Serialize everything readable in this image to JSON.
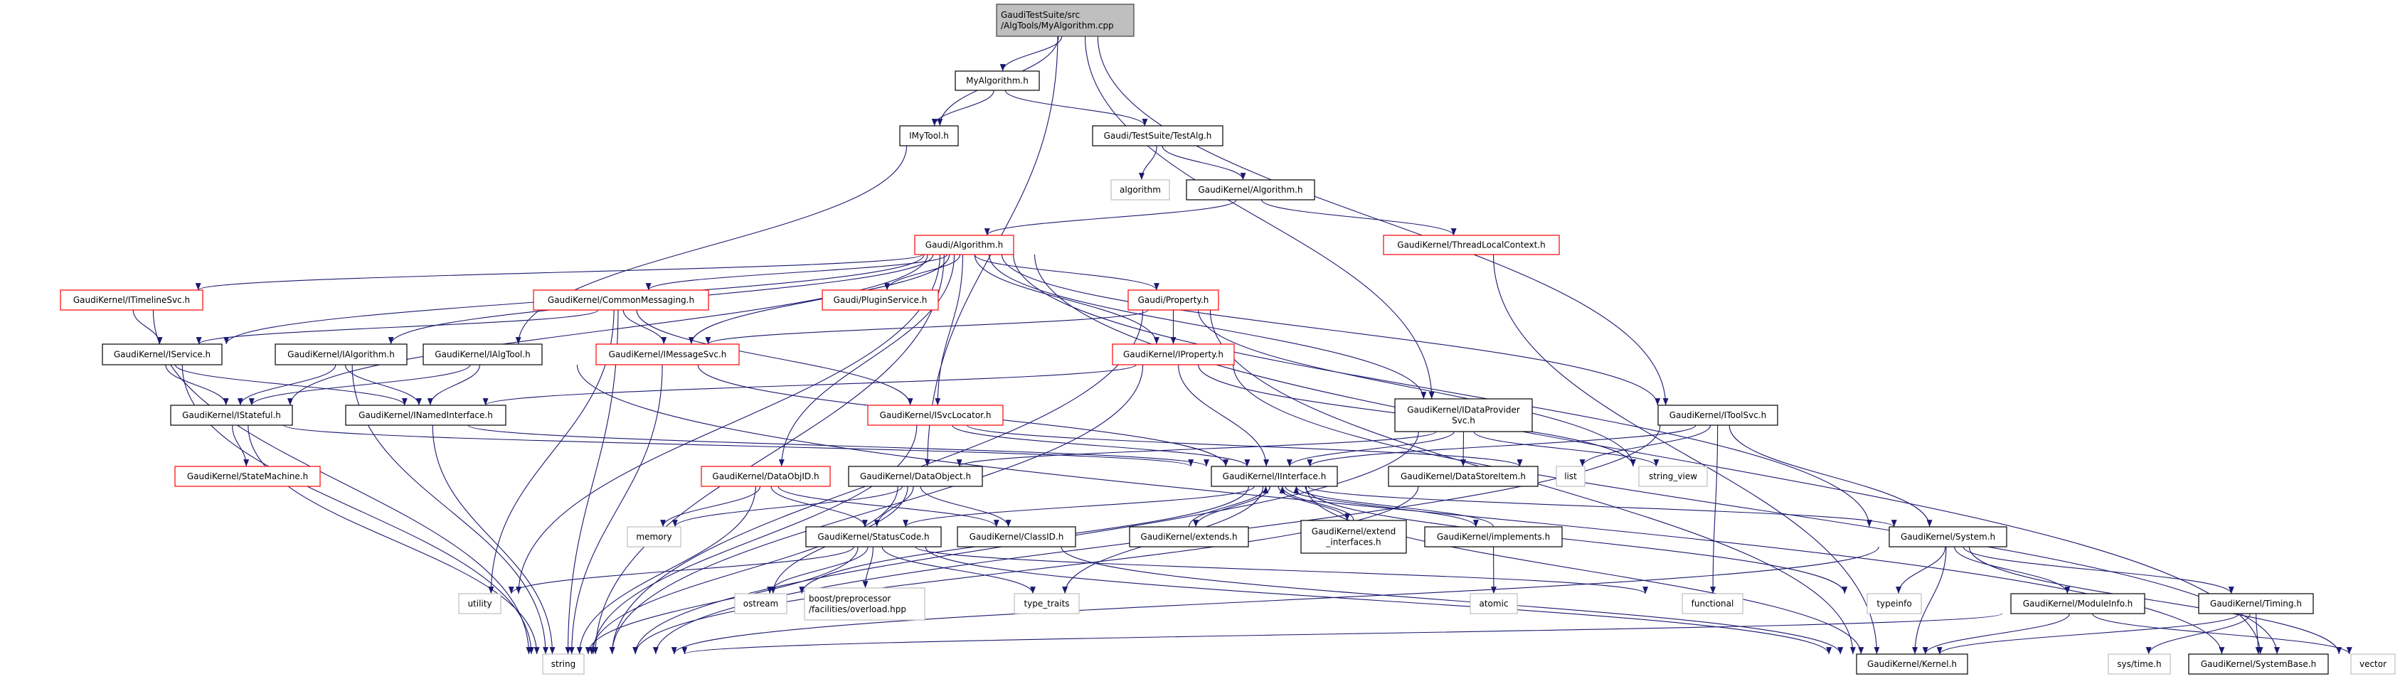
{
  "graph": {
    "edge_color": "#191970",
    "styles": {
      "root": {
        "fill": "#bfbfbf",
        "stroke": "#404040"
      },
      "normal": {
        "fill": "#ffffff",
        "stroke": "#000000"
      },
      "truncated": {
        "fill": "#ffffff",
        "stroke": "#ff0000"
      },
      "external": {
        "fill": "#ffffff",
        "stroke": "#bfbfbf"
      }
    },
    "nodes": [
      {
        "id": "root",
        "lines": [
          "GaudiTestSuite/src",
          "/AlgTools/MyAlgorithm.cpp"
        ],
        "style": "root"
      },
      {
        "id": "myalg",
        "lines": [
          "MyAlgorithm.h"
        ],
        "style": "normal"
      },
      {
        "id": "imytool",
        "lines": [
          "IMyTool.h"
        ],
        "style": "normal"
      },
      {
        "id": "testalg",
        "lines": [
          "Gaudi/TestSuite/TestAlg.h"
        ],
        "style": "normal"
      },
      {
        "id": "algorithm",
        "lines": [
          "algorithm"
        ],
        "style": "external"
      },
      {
        "id": "gkalg",
        "lines": [
          "GaudiKernel/Algorithm.h"
        ],
        "style": "normal"
      },
      {
        "id": "galg",
        "lines": [
          "Gaudi/Algorithm.h"
        ],
        "style": "truncated"
      },
      {
        "id": "tlc",
        "lines": [
          "GaudiKernel/ThreadLocalContext.h"
        ],
        "style": "truncated"
      },
      {
        "id": "itimeline",
        "lines": [
          "GaudiKernel/ITimelineSvc.h"
        ],
        "style": "truncated"
      },
      {
        "id": "commsg",
        "lines": [
          "GaudiKernel/CommonMessaging.h"
        ],
        "style": "truncated"
      },
      {
        "id": "plugin",
        "lines": [
          "Gaudi/PluginService.h"
        ],
        "style": "truncated"
      },
      {
        "id": "property",
        "lines": [
          "Gaudi/Property.h"
        ],
        "style": "truncated"
      },
      {
        "id": "iservice",
        "lines": [
          "GaudiKernel/IService.h"
        ],
        "style": "normal"
      },
      {
        "id": "ialgorithm",
        "lines": [
          "GaudiKernel/IAlgorithm.h"
        ],
        "style": "normal"
      },
      {
        "id": "ialgtool",
        "lines": [
          "GaudiKernel/IAlgTool.h"
        ],
        "style": "normal"
      },
      {
        "id": "imsgsvc",
        "lines": [
          "GaudiKernel/IMessageSvc.h"
        ],
        "style": "truncated"
      },
      {
        "id": "iproperty",
        "lines": [
          "GaudiKernel/IProperty.h"
        ],
        "style": "truncated"
      },
      {
        "id": "istateful",
        "lines": [
          "GaudiKernel/IStateful.h"
        ],
        "style": "normal"
      },
      {
        "id": "inamed",
        "lines": [
          "GaudiKernel/INamedInterface.h"
        ],
        "style": "normal"
      },
      {
        "id": "isvcloc",
        "lines": [
          "GaudiKernel/ISvcLocator.h"
        ],
        "style": "truncated"
      },
      {
        "id": "idatasvc",
        "lines": [
          "GaudiKernel/IDataProvider",
          "Svc.h"
        ],
        "style": "normal"
      },
      {
        "id": "itoolsvc",
        "lines": [
          "GaudiKernel/IToolSvc.h"
        ],
        "style": "normal"
      },
      {
        "id": "statemachine",
        "lines": [
          "GaudiKernel/StateMachine.h"
        ],
        "style": "truncated"
      },
      {
        "id": "dataobjid",
        "lines": [
          "GaudiKernel/DataObjID.h"
        ],
        "style": "truncated"
      },
      {
        "id": "dataobject",
        "lines": [
          "GaudiKernel/DataObject.h"
        ],
        "style": "normal"
      },
      {
        "id": "iinterface",
        "lines": [
          "GaudiKernel/IInterface.h"
        ],
        "style": "normal"
      },
      {
        "id": "datastoreitem",
        "lines": [
          "GaudiKernel/DataStoreItem.h"
        ],
        "style": "normal"
      },
      {
        "id": "list",
        "lines": [
          "list"
        ],
        "style": "external"
      },
      {
        "id": "string_view",
        "lines": [
          "string_view"
        ],
        "style": "external"
      },
      {
        "id": "memory",
        "lines": [
          "memory"
        ],
        "style": "external"
      },
      {
        "id": "statuscode",
        "lines": [
          "GaudiKernel/StatusCode.h"
        ],
        "style": "normal"
      },
      {
        "id": "classid",
        "lines": [
          "GaudiKernel/ClassID.h"
        ],
        "style": "normal"
      },
      {
        "id": "extends",
        "lines": [
          "GaudiKernel/extends.h"
        ],
        "style": "normal"
      },
      {
        "id": "extendif",
        "lines": [
          "GaudiKernel/extend",
          "_interfaces.h"
        ],
        "style": "normal"
      },
      {
        "id": "implements",
        "lines": [
          "GaudiKernel/implements.h"
        ],
        "style": "normal"
      },
      {
        "id": "system",
        "lines": [
          "GaudiKernel/System.h"
        ],
        "style": "normal"
      },
      {
        "id": "utility",
        "lines": [
          "utility"
        ],
        "style": "external"
      },
      {
        "id": "ostream",
        "lines": [
          "ostream"
        ],
        "style": "external"
      },
      {
        "id": "boost",
        "lines": [
          "boost/preprocessor",
          "/facilities/overload.hpp"
        ],
        "style": "external"
      },
      {
        "id": "type_traits",
        "lines": [
          "type_traits"
        ],
        "style": "external"
      },
      {
        "id": "atomic",
        "lines": [
          "atomic"
        ],
        "style": "external"
      },
      {
        "id": "functional",
        "lines": [
          "functional"
        ],
        "style": "external"
      },
      {
        "id": "typeinfo",
        "lines": [
          "typeinfo"
        ],
        "style": "external"
      },
      {
        "id": "moduleinfo",
        "lines": [
          "GaudiKernel/ModuleInfo.h"
        ],
        "style": "normal"
      },
      {
        "id": "timing",
        "lines": [
          "GaudiKernel/Timing.h"
        ],
        "style": "normal"
      },
      {
        "id": "string",
        "lines": [
          "string"
        ],
        "style": "external"
      },
      {
        "id": "kernel",
        "lines": [
          "GaudiKernel/Kernel.h"
        ],
        "style": "normal"
      },
      {
        "id": "systime",
        "lines": [
          "sys/time.h"
        ],
        "style": "external"
      },
      {
        "id": "systembase",
        "lines": [
          "GaudiKernel/SystemBase.h"
        ],
        "style": "normal"
      },
      {
        "id": "vector",
        "lines": [
          "vector"
        ],
        "style": "external"
      }
    ],
    "edges": [
      [
        "root",
        "myalg"
      ],
      [
        "root",
        "imytool"
      ],
      [
        "root",
        "dataobject"
      ],
      [
        "root",
        "idatasvc"
      ],
      [
        "root",
        "itoolsvc"
      ],
      [
        "myalg",
        "imytool"
      ],
      [
        "myalg",
        "testalg"
      ],
      [
        "imytool",
        "ialgtool"
      ],
      [
        "testalg",
        "algorithm"
      ],
      [
        "testalg",
        "gkalg"
      ],
      [
        "gkalg",
        "galg"
      ],
      [
        "gkalg",
        "tlc"
      ],
      [
        "tlc",
        "kernel"
      ],
      [
        "galg",
        "itimeline"
      ],
      [
        "galg",
        "commsg"
      ],
      [
        "galg",
        "plugin"
      ],
      [
        "galg",
        "property"
      ],
      [
        "galg",
        "iservice"
      ],
      [
        "galg",
        "ialgorithm"
      ],
      [
        "galg",
        "istateful"
      ],
      [
        "galg",
        "imsgsvc"
      ],
      [
        "galg",
        "isvcloc"
      ],
      [
        "galg",
        "dataobjid"
      ],
      [
        "galg",
        "iproperty"
      ],
      [
        "galg",
        "idatasvc"
      ],
      [
        "galg",
        "itoolsvc"
      ],
      [
        "galg",
        "system"
      ],
      [
        "galg",
        "vector"
      ],
      [
        "galg",
        "string"
      ],
      [
        "galg",
        "utility"
      ],
      [
        "itimeline",
        "iservice"
      ],
      [
        "itimeline",
        "string"
      ],
      [
        "commsg",
        "iservice"
      ],
      [
        "commsg",
        "imsgsvc"
      ],
      [
        "commsg",
        "isvcloc"
      ],
      [
        "commsg",
        "string"
      ],
      [
        "commsg",
        "utility"
      ],
      [
        "property",
        "iproperty"
      ],
      [
        "property",
        "imsgsvc"
      ],
      [
        "property",
        "string_view"
      ],
      [
        "property",
        "kernel"
      ],
      [
        "property",
        "string"
      ],
      [
        "iservice",
        "istateful"
      ],
      [
        "iservice",
        "inamed"
      ],
      [
        "iservice",
        "string"
      ],
      [
        "ialgorithm",
        "istateful"
      ],
      [
        "ialgorithm",
        "inamed"
      ],
      [
        "ialgorithm",
        "string"
      ],
      [
        "ialgtool",
        "istateful"
      ],
      [
        "ialgtool",
        "inamed"
      ],
      [
        "ialgtool",
        "vector"
      ],
      [
        "imsgsvc",
        "iinterface"
      ],
      [
        "imsgsvc",
        "string"
      ],
      [
        "iproperty",
        "inamed"
      ],
      [
        "iproperty",
        "iinterface"
      ],
      [
        "iproperty",
        "string"
      ],
      [
        "iproperty",
        "string_view"
      ],
      [
        "iproperty",
        "vector"
      ],
      [
        "istateful",
        "statemachine"
      ],
      [
        "istateful",
        "iinterface"
      ],
      [
        "istateful",
        "string"
      ],
      [
        "inamed",
        "iinterface"
      ],
      [
        "inamed",
        "string"
      ],
      [
        "isvcloc",
        "iinterface"
      ],
      [
        "isvcloc",
        "list"
      ],
      [
        "isvcloc",
        "string"
      ],
      [
        "idatasvc",
        "iinterface"
      ],
      [
        "idatasvc",
        "datastoreitem"
      ],
      [
        "idatasvc",
        "dataobject"
      ],
      [
        "idatasvc",
        "string"
      ],
      [
        "idatasvc",
        "string_view"
      ],
      [
        "itoolsvc",
        "iinterface"
      ],
      [
        "itoolsvc",
        "list"
      ],
      [
        "itoolsvc",
        "system"
      ],
      [
        "itoolsvc",
        "functional"
      ],
      [
        "itoolsvc",
        "string"
      ],
      [
        "dataobjid",
        "statuscode"
      ],
      [
        "dataobjid",
        "classid"
      ],
      [
        "dataobjid",
        "memory"
      ],
      [
        "dataobjid",
        "string"
      ],
      [
        "dataobject",
        "statuscode"
      ],
      [
        "dataobject",
        "classid"
      ],
      [
        "dataobject",
        "memory"
      ],
      [
        "dataobject",
        "ostream"
      ],
      [
        "dataobject",
        "string"
      ],
      [
        "iinterface",
        "statuscode"
      ],
      [
        "iinterface",
        "extends"
      ],
      [
        "iinterface",
        "extendif"
      ],
      [
        "iinterface",
        "implements"
      ],
      [
        "iinterface",
        "system"
      ],
      [
        "iinterface",
        "typeinfo"
      ],
      [
        "iinterface",
        "ostream"
      ],
      [
        "iinterface",
        "type_traits"
      ],
      [
        "iinterface",
        "kernel"
      ],
      [
        "extends",
        "iinterface"
      ],
      [
        "extendif",
        "iinterface"
      ],
      [
        "implements",
        "iinterface"
      ],
      [
        "implements",
        "atomic"
      ],
      [
        "statuscode",
        "utility"
      ],
      [
        "statuscode",
        "ostream"
      ],
      [
        "statuscode",
        "boost"
      ],
      [
        "statuscode",
        "type_traits"
      ],
      [
        "statuscode",
        "kernel"
      ],
      [
        "statuscode",
        "functional"
      ],
      [
        "statuscode",
        "string"
      ],
      [
        "classid",
        "kernel"
      ],
      [
        "datastoreitem",
        "string"
      ],
      [
        "system",
        "typeinfo"
      ],
      [
        "system",
        "string"
      ],
      [
        "system",
        "kernel"
      ],
      [
        "system",
        "moduleinfo"
      ],
      [
        "system",
        "timing"
      ],
      [
        "system",
        "vector"
      ],
      [
        "moduleinfo",
        "string"
      ],
      [
        "moduleinfo",
        "kernel"
      ],
      [
        "moduleinfo",
        "vector"
      ],
      [
        "timing",
        "systime"
      ],
      [
        "timing",
        "systembase"
      ],
      [
        "timing",
        "kernel"
      ]
    ]
  }
}
